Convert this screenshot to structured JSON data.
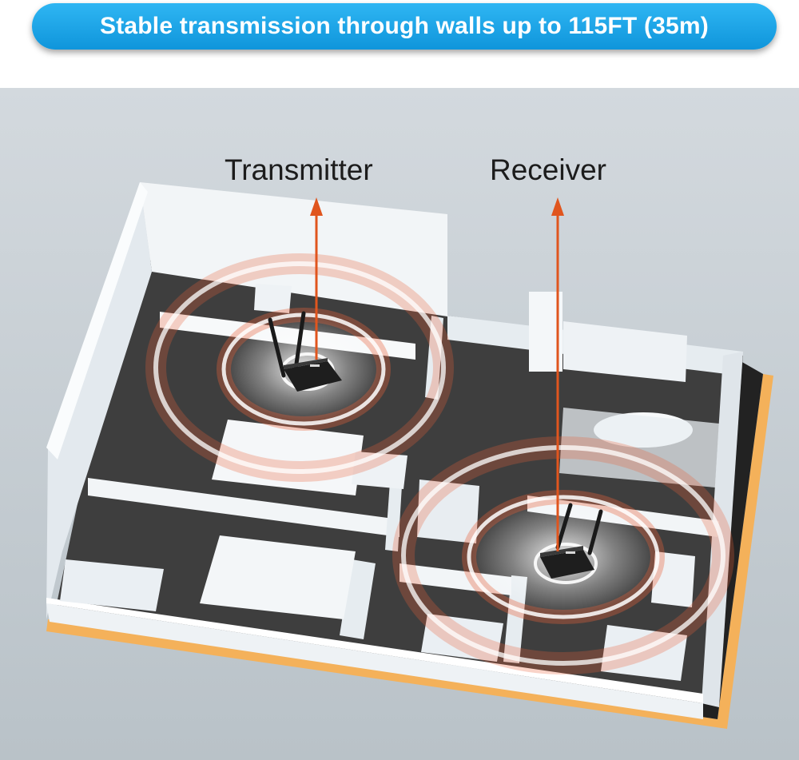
{
  "banner": {
    "text": "Stable transmission through walls up to 115FT (35m)"
  },
  "labels": {
    "transmitter": "Transmitter",
    "receiver": "Receiver"
  },
  "colors": {
    "banner": "#1ba6e8",
    "arrow": "#e0551e",
    "signal": "#e8623a",
    "floor": "#3e3e3e",
    "walls": "#eef2f5",
    "ground": "#c4ccd2",
    "base_edge": "#f4b15a"
  },
  "icons": {
    "transmitter": "wifi-router-icon",
    "receiver": "wifi-router-icon"
  }
}
